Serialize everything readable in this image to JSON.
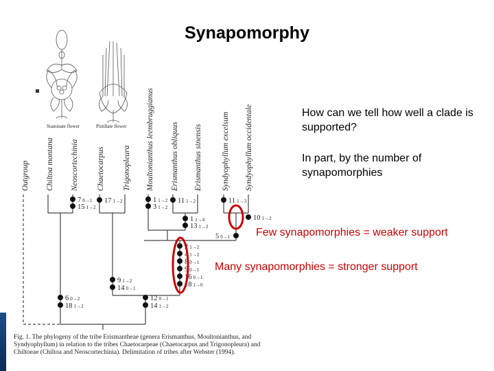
{
  "slide": {
    "title": "Synapomorphy",
    "note_question": "How can we tell how well a clade is supported?",
    "note_answer": "In part, by the number of synapomorphies",
    "callout_weak": "Few synapomorphies = weaker support",
    "callout_strong": "Many synapomorphies = stronger support",
    "accent_color": "#cc0000"
  },
  "illustration": {
    "caption_left": "Staminate flower",
    "caption_right": "Pistillate flower"
  },
  "taxa": [
    "Outgroup",
    "Chiltoa montana",
    "Neoscortechinia",
    "Chaetocarpus",
    "Trigonopleura",
    "Moultonianthus leembruggianus",
    "Erismanthus obliquus",
    "Erismanthus sinensis",
    "Syndyophyllum excelsum",
    "Syndyophyllum occidentale"
  ],
  "characters": {
    "a": {
      "num": "7",
      "t": "0→1"
    },
    "b": {
      "num": "15",
      "t": "1→2"
    },
    "c": {
      "num": "17",
      "t": "1→2"
    },
    "d": {
      "num": "1",
      "t": "1→2"
    },
    "e": {
      "num": "3",
      "t": "1→2"
    },
    "f": {
      "num": "11",
      "t": "1→2"
    },
    "g": {
      "num": "11",
      "t": "1→3"
    },
    "h": {
      "num": "10",
      "t": "1→2"
    },
    "i": {
      "num": "1",
      "t": "1→4"
    },
    "j": {
      "num": "13",
      "t": "1→2"
    },
    "k": {
      "num": "5",
      "t": "0→1"
    },
    "l1": {
      "num": "2",
      "t": "1→2"
    },
    "l2": {
      "num": "4",
      "t": "1→2"
    },
    "l3": {
      "num": "8",
      "t": "0→1"
    },
    "l4": {
      "num": "9",
      "t": "0→1"
    },
    "l5": {
      "num": "16",
      "t": "0→1"
    },
    "l6": {
      "num": "18",
      "t": "1→0"
    },
    "m": {
      "num": "9",
      "t": "1→2"
    },
    "n": {
      "num": "14",
      "t": "0→1"
    },
    "o": {
      "num": "6",
      "t": "0→2"
    },
    "p": {
      "num": "18",
      "t": "1→2"
    },
    "q": {
      "num": "12",
      "t": "0→1"
    },
    "r": {
      "num": "14",
      "t": "1→2"
    }
  },
  "caption": "Fig. 1. The phylogeny of the tribe Erismantheae (genera Erismanthus, Moultonianthus, and Syndyophyllum) in relation to the tribes Chaetocarpeae (Chaetocarpus and Trigonopleura) and Chiltoeae (Chiltoa and Neoscortechinia). Delimitation of tribes after Webster (1994)."
}
